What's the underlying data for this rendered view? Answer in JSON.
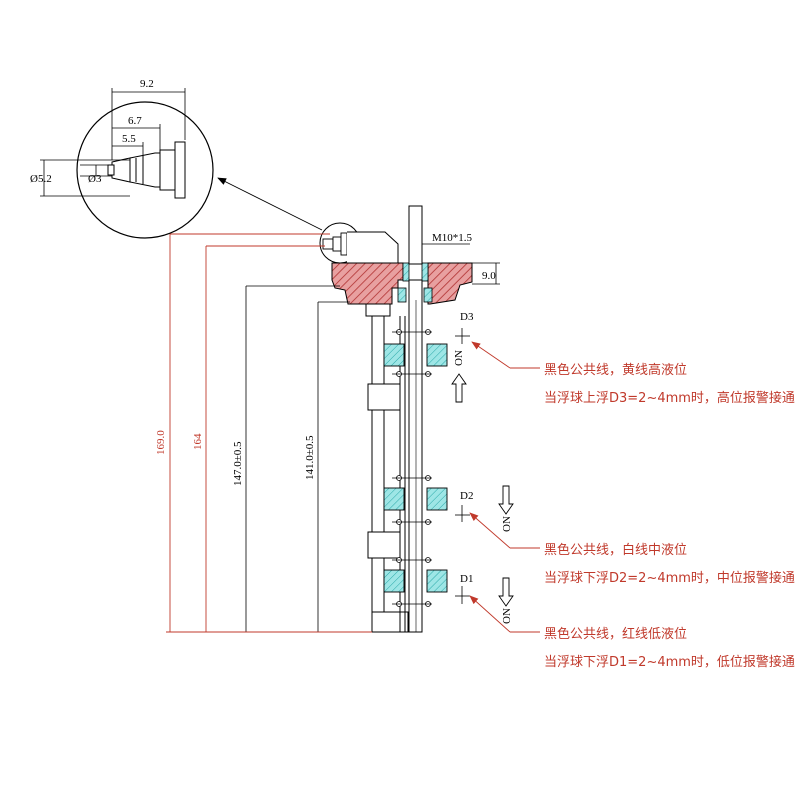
{
  "detail": {
    "dim_9_2": "9.2",
    "dim_6_7": "6.7",
    "dim_5_5": "5.5",
    "dia_5_2": "Ø5.2",
    "dia_3": "Ø3"
  },
  "dims": {
    "thread": "M10*1.5",
    "flange_h": "9.0",
    "total_169": "169.0",
    "total_164": "164",
    "len_147": "147.0±0.5",
    "len_141": "141.0±0.5"
  },
  "levels": {
    "d3": "D3",
    "d2": "D2",
    "d1": "D1",
    "on_top": "ON",
    "on_mid": "ON",
    "on_low": "ON"
  },
  "notes": {
    "high_1": "黑色公共线，黄线高液位",
    "high_2": "当浮球上浮D3=2~4mm时，高位报警接通",
    "mid_1": "黑色公共线，白线中液位",
    "mid_2": "当浮球下浮D2=2~4mm时，中位报警接通",
    "low_1": "黑色公共线，红线低液位",
    "low_2": "当浮球下浮D1=2~4mm时，低位报警接通"
  },
  "colors": {
    "red": "#c0392b",
    "hatch": "#c0504d",
    "cyan": "#3ec8c8"
  }
}
